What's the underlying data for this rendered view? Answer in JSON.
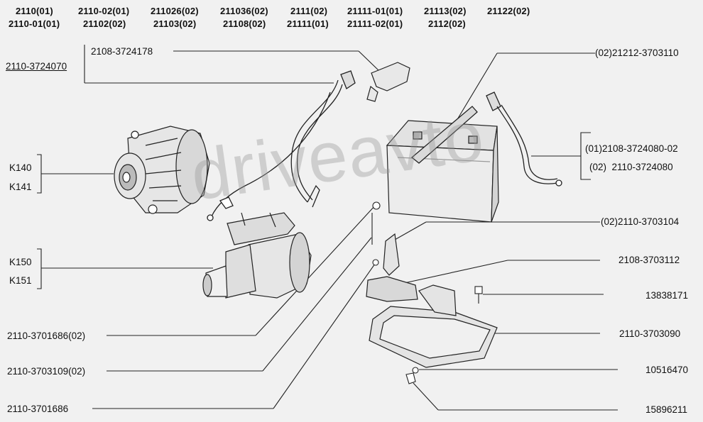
{
  "header": {
    "row1": [
      "2110(01)",
      "2110-02(01)",
      "211026(02)",
      "211036(02)",
      "2111(02)",
      "21111-01(01)",
      "21113(02)",
      "21122(02)"
    ],
    "row2": [
      "2110-01(01)",
      "21102(02)",
      "21103(02)",
      "21108(02)",
      "21111(01)",
      "21111-02(01)",
      "2112(02)"
    ]
  },
  "labels": {
    "main_part": "2110-3724070",
    "cap": "2108-3724178",
    "k140": "K140",
    "k141": "K141",
    "k150": "K150",
    "k151": "K151",
    "left_1": "2110-3701686(02)",
    "left_2": "2110-3703109(02)",
    "left_3": "2110-3701686",
    "right_1": "(02)21212-3703110",
    "right_2a": "(01)2108-3724080-02",
    "right_2b": "(02)  2110-3724080",
    "right_3": "(02)2110-3703104",
    "right_4": "2108-3703112",
    "right_5": "13838171",
    "right_6": "2110-3703090",
    "right_7": "10516470",
    "right_8": "15896211"
  },
  "watermark": "driveavto",
  "colors": {
    "background": "#f1f1f1",
    "ink": "#111111",
    "watermark": "#999999"
  }
}
